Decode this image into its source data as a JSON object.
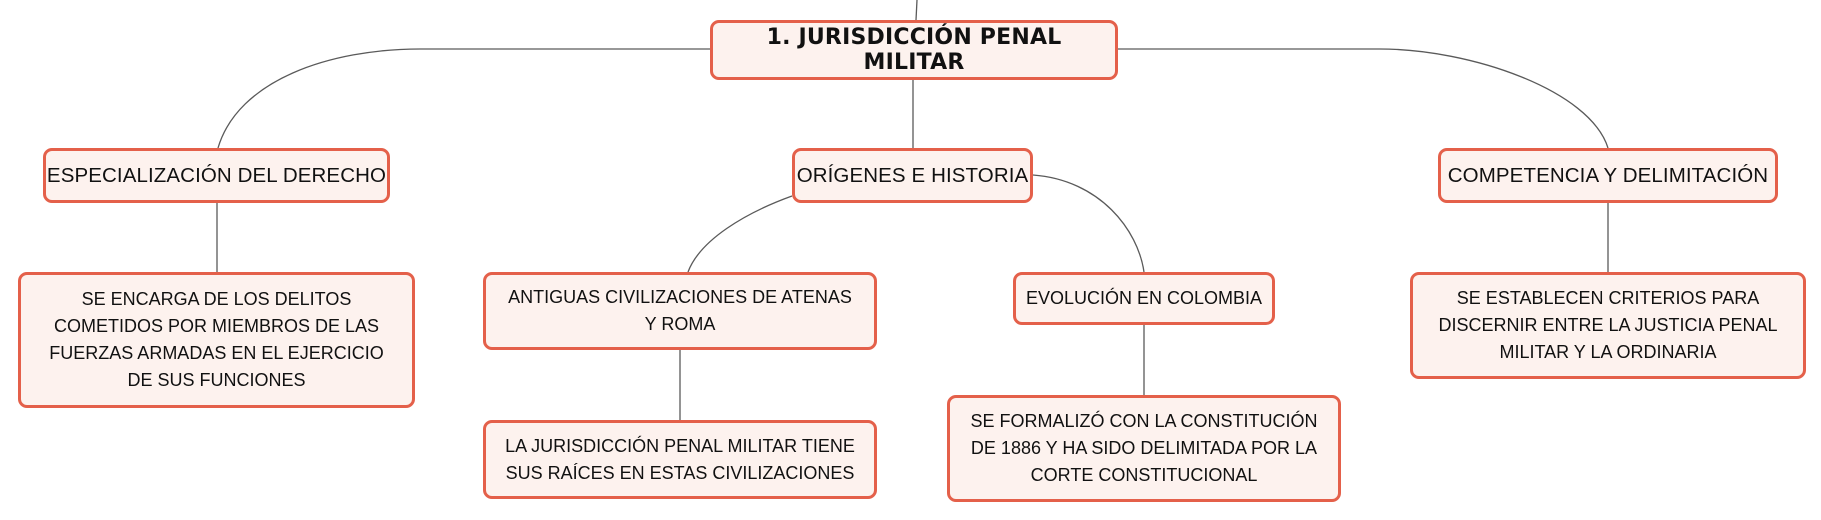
{
  "mindmap": {
    "root": {
      "label": "1. JURISDICCIÓN PENAL MILITAR"
    },
    "branches": [
      {
        "label": "ESPECIALIZACIÓN DEL DERECHO",
        "children": [
          {
            "label": "SE ENCARGA DE LOS DELITOS COMETIDOS POR MIEMBROS DE LAS FUERZAS ARMADAS EN EL EJERCICIO DE SUS FUNCIONES"
          }
        ]
      },
      {
        "label": "ORÍGENES E HISTORIA",
        "children": [
          {
            "label": "ANTIGUAS CIVILIZACIONES DE ATENAS Y ROMA",
            "children": [
              {
                "label": "LA JURISDICCIÓN PENAL MILITAR TIENE SUS RAÍCES EN ESTAS CIVILIZACIONES"
              }
            ]
          },
          {
            "label": "EVOLUCIÓN EN COLOMBIA",
            "children": [
              {
                "label": "SE FORMALIZÓ CON LA CONSTITUCIÓN DE 1886 Y HA SIDO DELIMITADA POR LA CORTE CONSTITUCIONAL"
              }
            ]
          }
        ]
      },
      {
        "label": "COMPETENCIA Y DELIMITACIÓN",
        "children": [
          {
            "label": "SE ESTABLECEN CRITERIOS PARA DISCERNIR ENTRE LA JUSTICIA PENAL MILITAR Y LA ORDINARIA"
          }
        ]
      }
    ],
    "colors": {
      "node_border": "#e4604a",
      "node_fill": "#fdf2ee",
      "connector": "#5a5a5a",
      "text": "#111111"
    }
  }
}
